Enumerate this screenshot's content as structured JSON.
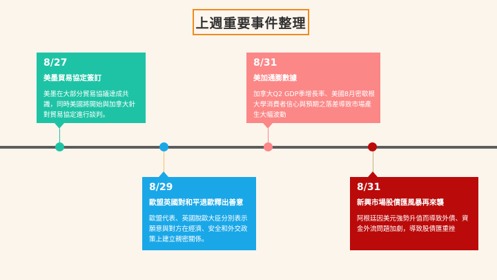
{
  "title": "上週重要事件整理",
  "events": [
    {
      "date": "8/27",
      "heading": "美墨貿易協定簽訂",
      "body": "美墨在大部分貿易協議達成共識，同時美國將開始與加拿大針對貿易協定進行談判。",
      "color": "#1ec3a5"
    },
    {
      "date": "8/29",
      "heading": "歐盟英國對和平退歐釋出善意",
      "body": "歐盟代表、英國脫歐大臣分別表示願意與對方在經濟、安全和外交政策上建立親密關係。",
      "color": "#1aa7e8"
    },
    {
      "date": "8/31",
      "heading": "美加通膨數據",
      "body": "加拿大Q2 GDP季增長率、美國8月密歇根大學消費者信心與預期之落差導致市場產生大幅波動",
      "color": "#fb8787"
    },
    {
      "date": "8/31",
      "heading": "新興市場股債匯風暴再來襲",
      "body": "阿根廷因美元強勢升值而導致外債、資金外流問題加劇，導致股債匯重挫",
      "color": "#bb0a0a"
    }
  ]
}
